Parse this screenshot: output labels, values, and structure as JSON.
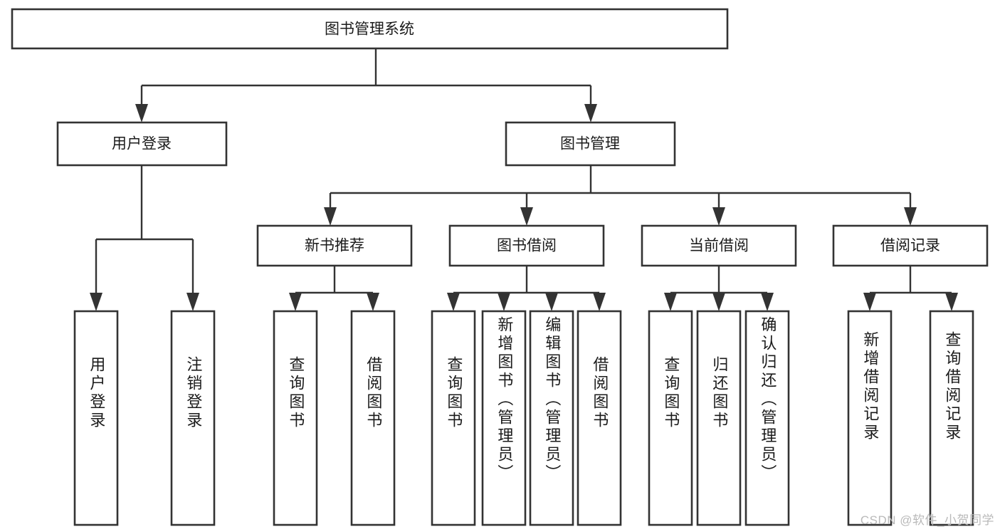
{
  "diagram": {
    "title": "图书管理系统",
    "type": "tree-hierarchy-flowchart",
    "accent_color": "#333333",
    "background_color": "#ffffff",
    "root": {
      "label": "图书管理系统"
    },
    "level2": [
      {
        "label": "用户登录"
      },
      {
        "label": "图书管理"
      }
    ],
    "level3": [
      {
        "label": "新书推荐"
      },
      {
        "label": "图书借阅"
      },
      {
        "label": "当前借阅"
      },
      {
        "label": "借阅记录"
      }
    ],
    "leaves": [
      {
        "label": "用户登录",
        "parent": "用户登录"
      },
      {
        "label": "注销登录",
        "parent": "用户登录"
      },
      {
        "label": "查询图书",
        "parent": "新书推荐"
      },
      {
        "label": "借阅图书",
        "parent": "新书推荐"
      },
      {
        "label": "查询图书",
        "parent": "图书借阅"
      },
      {
        "label": "新增图书（管理员）",
        "parent": "图书借阅"
      },
      {
        "label": "编辑图书（管理员）",
        "parent": "图书借阅"
      },
      {
        "label": "借阅图书",
        "parent": "图书借阅"
      },
      {
        "label": "查询图书",
        "parent": "当前借阅"
      },
      {
        "label": "归还图书",
        "parent": "当前借阅"
      },
      {
        "label": "确认归还（管理员）",
        "parent": "当前借阅"
      },
      {
        "label": "新增借阅记录",
        "parent": "借阅记录"
      },
      {
        "label": "查询借阅记录",
        "parent": "借阅记录"
      }
    ]
  },
  "watermark": {
    "text": "CSDN @软件_小贺同学"
  }
}
